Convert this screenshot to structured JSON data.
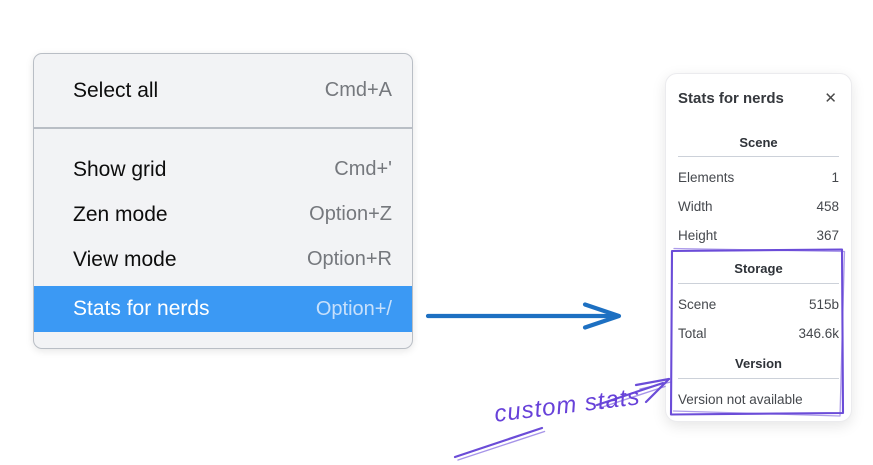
{
  "context_menu": {
    "items": [
      {
        "label": "Select all",
        "shortcut": "Cmd+A",
        "highlighted": false
      },
      {
        "label": "Show grid",
        "shortcut": "Cmd+'",
        "highlighted": false
      },
      {
        "label": "Zen mode",
        "shortcut": "Option+Z",
        "highlighted": false
      },
      {
        "label": "View mode",
        "shortcut": "Option+R",
        "highlighted": false
      },
      {
        "label": "Stats for nerds",
        "shortcut": "Option+/",
        "highlighted": true
      }
    ],
    "highlight_color": "#3b99f4"
  },
  "stats_panel": {
    "title": "Stats for nerds",
    "close_icon": "✕",
    "sections": [
      {
        "title": "Scene",
        "rows": [
          {
            "label": "Elements",
            "value": "1"
          },
          {
            "label": "Width",
            "value": "458"
          },
          {
            "label": "Height",
            "value": "367"
          }
        ]
      },
      {
        "title": "Storage",
        "rows": [
          {
            "label": "Scene",
            "value": "515b"
          },
          {
            "label": "Total",
            "value": "346.6k"
          }
        ]
      },
      {
        "title": "Version",
        "note": "Version not available"
      }
    ]
  },
  "pointer_arrow": {
    "color": "#1d70c2"
  },
  "annotation": {
    "label": "custom stats",
    "color": "#6b4cd8"
  }
}
